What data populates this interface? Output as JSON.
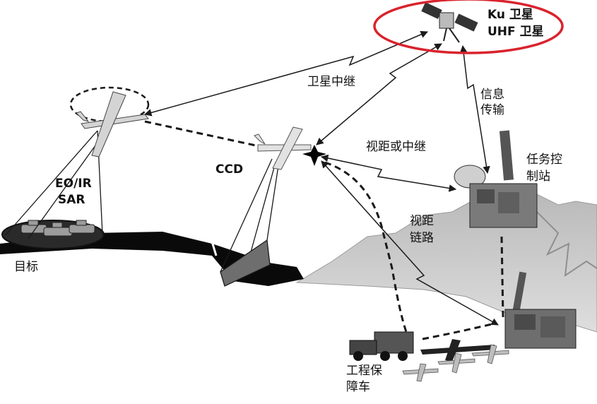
{
  "labels": {
    "satellite_ku": "Ku 卫星",
    "satellite_uhf": "UHF 卫星",
    "satellite_relay": "卫星中继",
    "info_transfer_1": "信息",
    "info_transfer_2": "传输",
    "los_or_relay": "视距或中继",
    "ground_control_1": "任务控",
    "ground_control_2": "制站",
    "ccd": "CCD",
    "eo_ir": "EO/IR",
    "sar": "SAR",
    "target": "目标",
    "los_link_1": "视距",
    "los_link_2": "链路",
    "support_vehicle_1": "工程保",
    "support_vehicle_2": "障车"
  },
  "colors": {
    "highlight_ellipse": "#d9232d",
    "lines": "#1a1a1a",
    "mountains": "#c9c9c9",
    "road": "#0a0a0a"
  },
  "icons": [
    "satellite-icon",
    "uav-icon",
    "ground-station-icon",
    "truck-icon",
    "antenna-icon"
  ]
}
